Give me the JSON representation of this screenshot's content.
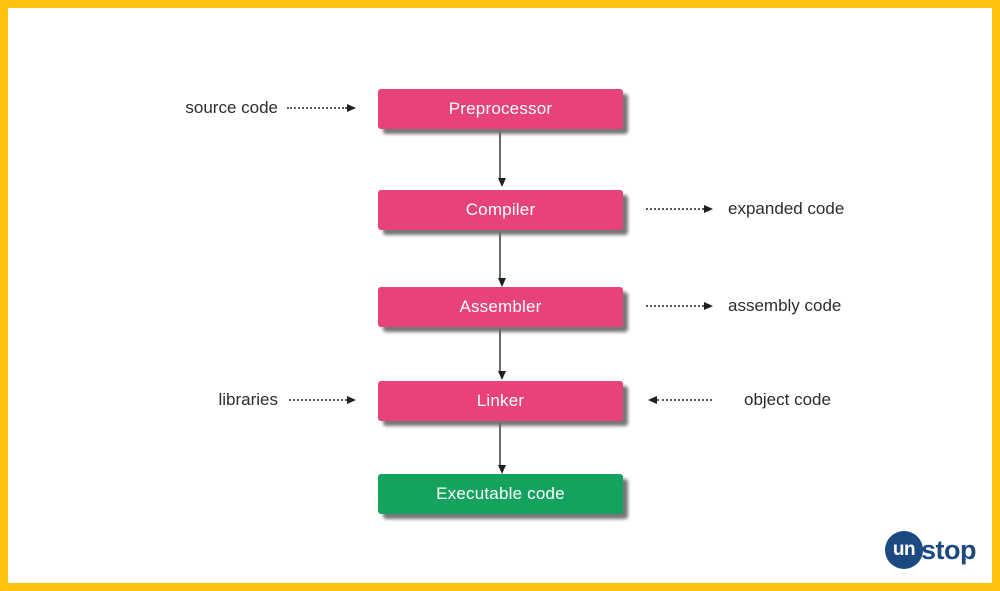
{
  "canvas": {
    "background": "#ffffff",
    "border_color": "#ffc20e"
  },
  "flow": {
    "boxes": [
      {
        "label": "Preprocessor",
        "fill": "#e8427b"
      },
      {
        "label": "Compiler",
        "fill": "#e8427b"
      },
      {
        "label": "Assembler",
        "fill": "#e8427b"
      },
      {
        "label": "Linker",
        "fill": "#e8427b"
      },
      {
        "label": "Executable code",
        "fill": "#14a35e"
      }
    ],
    "annotations": {
      "source_code": "source code",
      "expanded_code": "expanded code",
      "assembly_code": "assembly code",
      "libraries": "libraries",
      "object_code": "object code"
    }
  },
  "logo": {
    "circle_text": "un",
    "suffix_text": "stop",
    "color": "#1c4980"
  },
  "colors": {
    "arrow_line": "#5a5a5a",
    "arrow_head": "#1f1f1f",
    "label_text": "#2d2d2d",
    "box_shadow": "#555555"
  }
}
